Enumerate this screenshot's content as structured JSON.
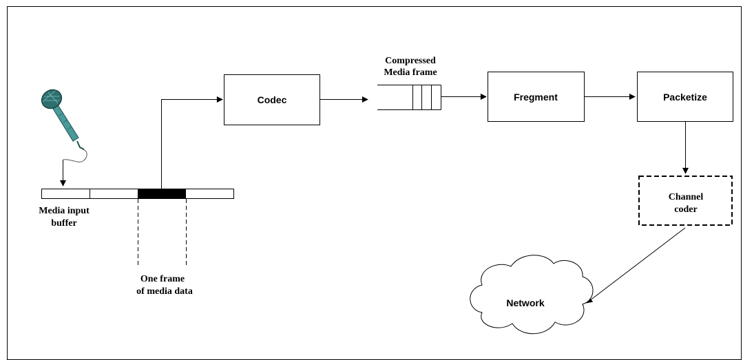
{
  "diagram": {
    "nodes": {
      "codec": "Codec",
      "fragment": "Fregment",
      "packetize": "Packetize",
      "channel_coder": [
        "Channel",
        "coder"
      ],
      "network": "Network"
    },
    "labels": {
      "media_input_buffer": [
        "Media input",
        "buffer"
      ],
      "one_frame": [
        "One frame",
        "of media data"
      ],
      "compressed_frame": [
        "Compressed",
        "Media frame"
      ]
    },
    "icons": {
      "microphone": "microphone-icon",
      "cloud": "cloud-icon"
    },
    "colors": {
      "line": "#000000",
      "microphone_body": "#4a9a9a",
      "microphone_head": "#2f6f6f",
      "buffer_frame_fill": "#000000"
    }
  }
}
